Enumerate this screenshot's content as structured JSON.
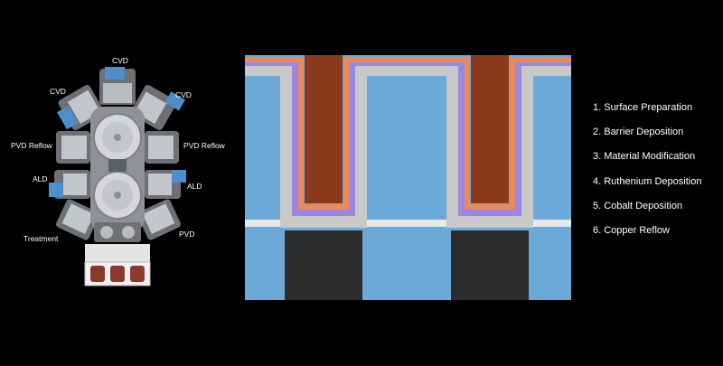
{
  "tool_labels": {
    "cvd_top": "CVD",
    "cvd_left": "CVD",
    "cvd_right": "CVD",
    "pvd_reflow_left": "PVD Reflow",
    "pvd_reflow_right": "PVD Reflow",
    "ald_left": "ALD",
    "ald_right": "ALD",
    "treatment": "Treatment",
    "pvd": "PVD"
  },
  "steps": [
    "1. Surface Preparation",
    "2. Barrier Deposition",
    "3. Material Modification",
    "4. Ruthenium Deposition",
    "5. Cobalt Deposition",
    "6. Copper Reflow"
  ],
  "colors": {
    "background": "#000000",
    "dielectric": "#6aa9d8",
    "etch_stop": "#e9e9e9",
    "barrier": "#c8c8c8",
    "ruthenium": "#9b87e0",
    "cobalt": "#e98a5b",
    "copper": "#8c3a1e",
    "lower_metal": "#2c2c2c",
    "tool_body": "#b9bcc0",
    "tool_accent": "#4d8fc8"
  }
}
